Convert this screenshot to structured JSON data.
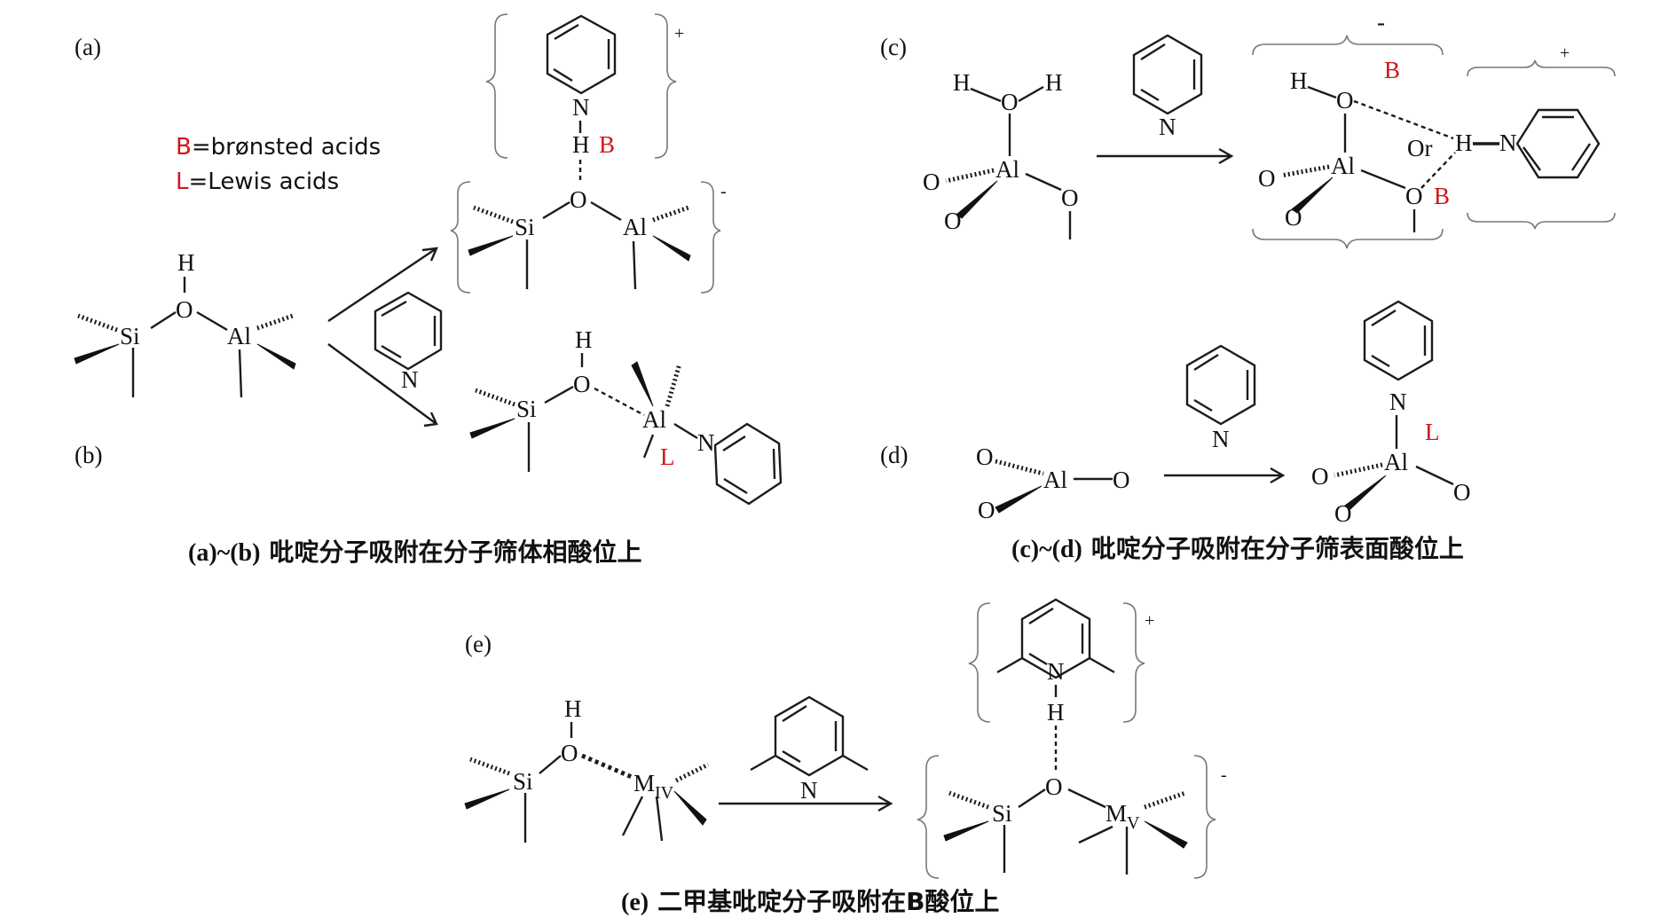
{
  "panels": {
    "a": "(a)",
    "b": "(b)",
    "c": "(c)",
    "d": "(d)",
    "e": "(e)"
  },
  "legend": {
    "b_key": "B",
    "b_rest": "=brønsted acids",
    "l_key": "L",
    "l_rest": "=Lewis acids"
  },
  "atoms": {
    "H": "H",
    "O": "O",
    "Si": "Si",
    "Al": "Al",
    "N": "N",
    "Or": "Or",
    "M": "M",
    "IV": "IV",
    "V": "V"
  },
  "site_labels": {
    "B": "B",
    "L": "L"
  },
  "charges": {
    "plus": "+",
    "minus": "-"
  },
  "captions": {
    "ab_prefix": "(a)~(b)",
    "ab_text": "吡啶分子吸附在分子筛体相酸位上",
    "cd_prefix": "(c)~(d)",
    "cd_text": "吡啶分子吸附在分子筛表面酸位上",
    "e_prefix": "(e)",
    "e_text": "二甲基吡啶分子吸附在B酸位上"
  }
}
